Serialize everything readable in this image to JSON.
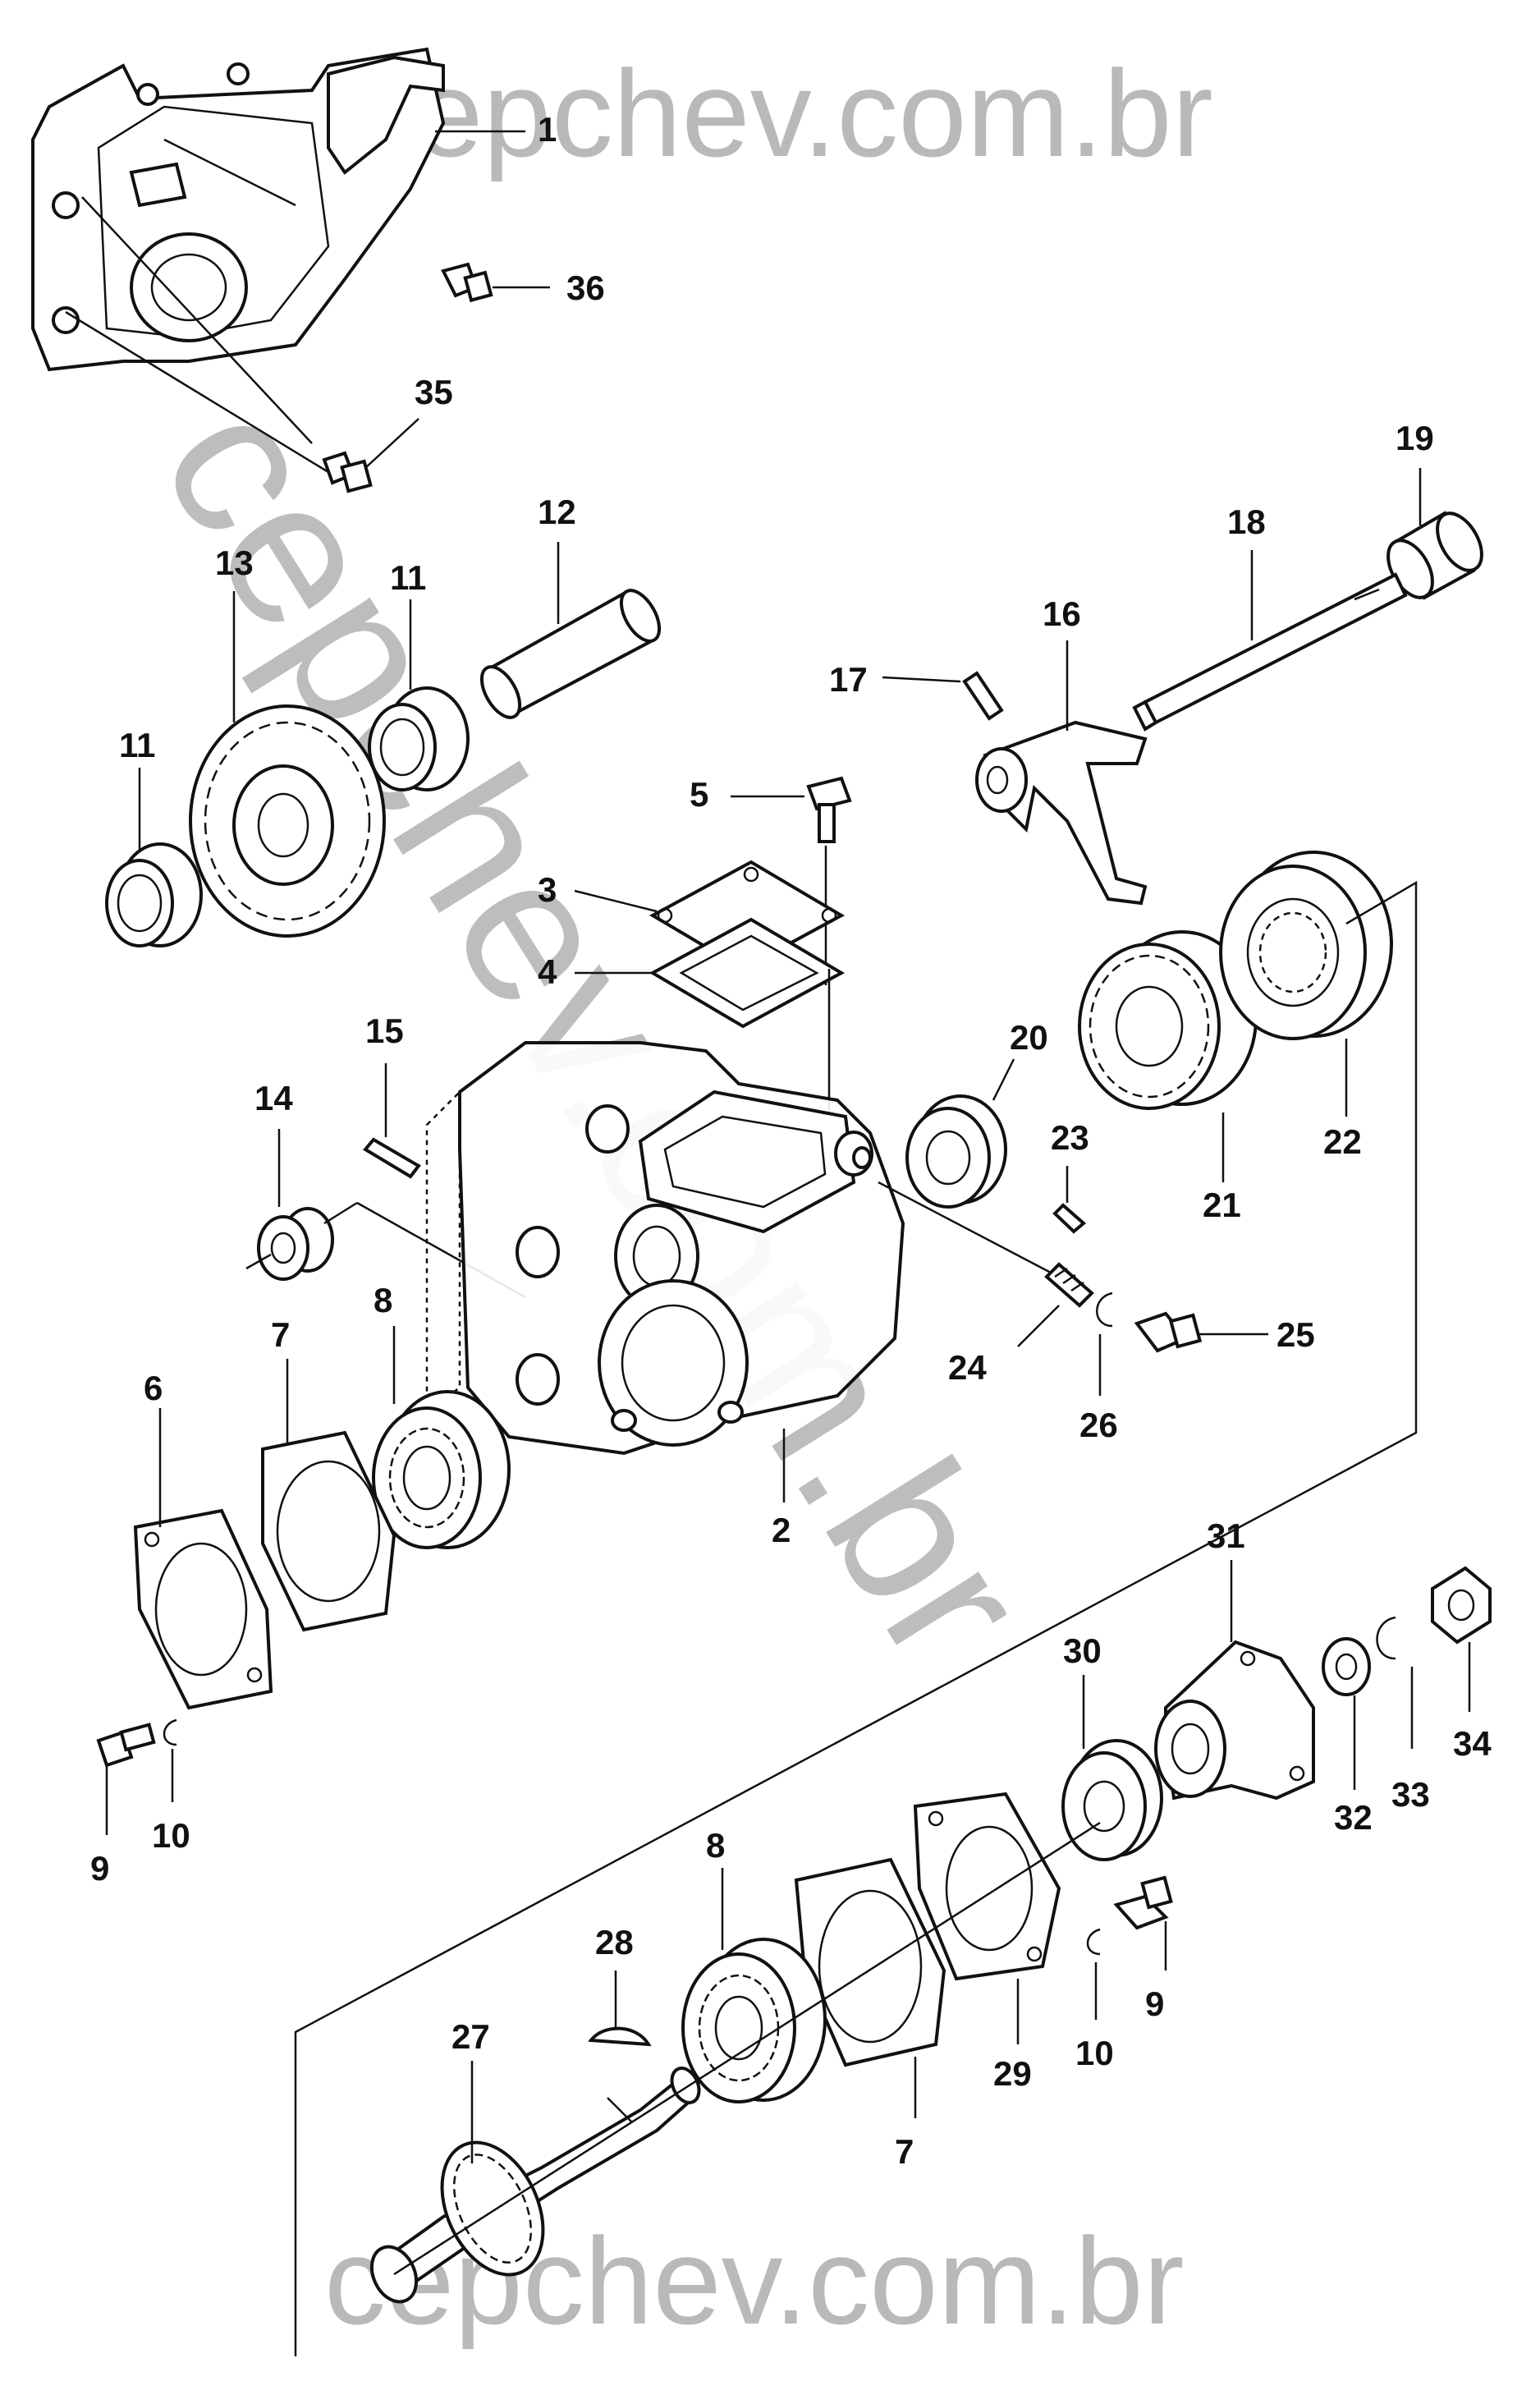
{
  "watermark": {
    "top": "cepchev.com.br",
    "diagonal": "cepchev.com.br",
    "bottom": "cepchev.com.br"
  },
  "callouts": {
    "c1": "1",
    "c36": "36",
    "c35": "35",
    "c12": "12",
    "c13": "13",
    "c11a": "11",
    "c11b": "11",
    "c19": "19",
    "c18": "18",
    "c16": "16",
    "c17": "17",
    "c5": "5",
    "c3": "3",
    "c4": "4",
    "c15": "15",
    "c14": "14",
    "c20": "20",
    "c23": "23",
    "c22": "22",
    "c21": "21",
    "c24": "24",
    "c25": "25",
    "c26": "26",
    "c8a": "8",
    "c7a": "7",
    "c6": "6",
    "c2": "2",
    "c9a": "9",
    "c10a": "10",
    "c31": "31",
    "c30": "30",
    "c32": "32",
    "c33": "33",
    "c34": "34",
    "c8b": "8",
    "c28": "28",
    "c27": "27",
    "c7b": "7",
    "c29": "29",
    "c10b": "10",
    "c9b": "9"
  }
}
